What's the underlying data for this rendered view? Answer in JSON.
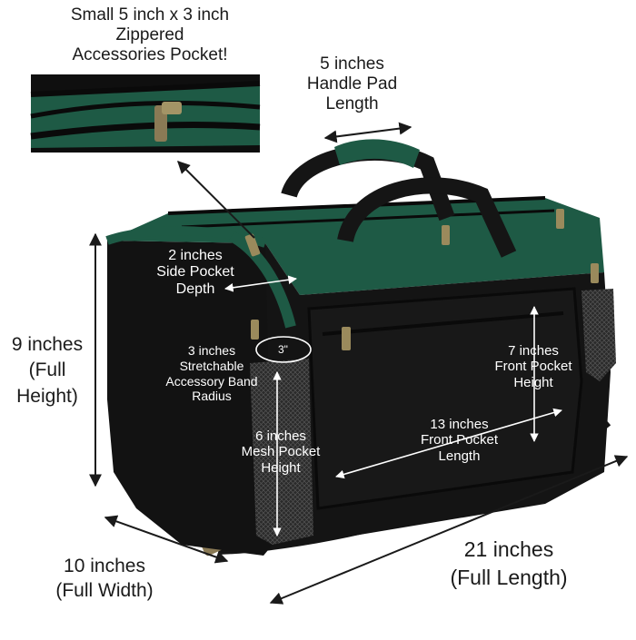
{
  "colors": {
    "bag_black": "#121212",
    "bag_green": "#1e5a45",
    "background": "#ffffff",
    "annotation": "#1a1a1a"
  },
  "labels": {
    "accessories_pocket": [
      "Small 5 inch x 3 inch",
      "Zippered",
      "Accessories Pocket!"
    ],
    "handle_pad": [
      "5 inches",
      "Handle Pad",
      "Length"
    ],
    "side_pocket": [
      "2 inches",
      "Side Pocket",
      "Depth"
    ],
    "band_marker": "3\"",
    "band_radius": [
      "3 inches",
      "Stretchable",
      "Accessory Band",
      "Radius"
    ],
    "mesh_pocket": [
      "6 inches",
      "Mesh Pocket",
      "Height"
    ],
    "front_pocket_height": [
      "7 inches",
      "Front Pocket",
      "Height"
    ],
    "front_pocket_length": [
      "13 inches",
      "Front Pocket",
      "Length"
    ],
    "full_height": [
      "9 inches",
      "(Full",
      "Height)"
    ],
    "full_width": [
      "10 inches",
      "(Full Width)"
    ],
    "full_length": [
      "21 inches",
      "(Full Length)"
    ]
  },
  "icons": [
    "duffel-bag-image",
    "zipper-closeup-inset"
  ]
}
